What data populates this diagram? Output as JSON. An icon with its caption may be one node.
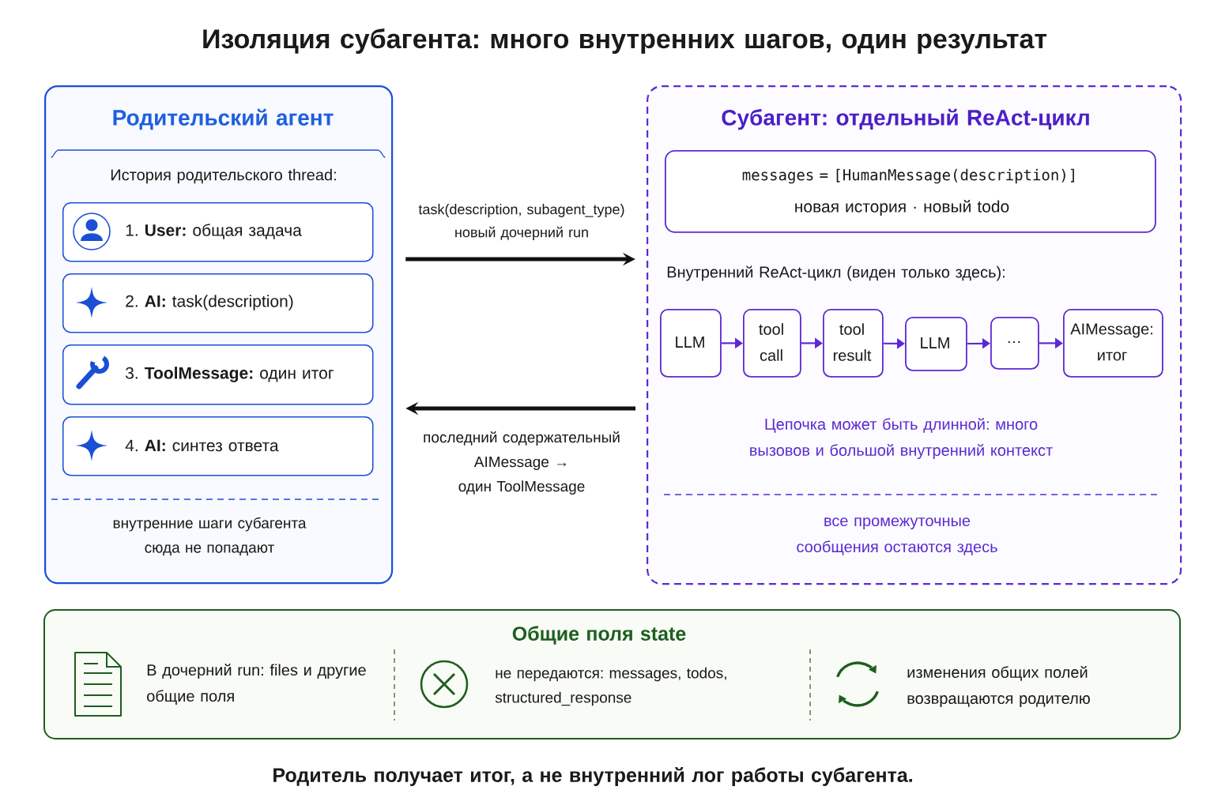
{
  "diagram": {
    "title": "Изоляция субагента: много внутренних шагов, один результат",
    "caption": "Родитель получает итог, а не внутренний лог работы субагента.",
    "nodes": [
      {
        "text": [
          "Родительский агент",
          "История родительского thread:",
          "внутренние шаги субагента сюда не попадают"
        ]
      },
      {
        "text": [
          "1. **User:** общая задача"
        ],
        "in": 0
      },
      {
        "text": [
          "2. **AI:** task(description)"
        ],
        "in": 0
      },
      {
        "text": [
          "3. **ToolMessage:** один итог"
        ],
        "in": 0
      },
      {
        "text": [
          "4. **AI:** синтез ответа"
        ],
        "in": 0
      },
      {
        "text": [
          "Субагент: отдельный ReAct-цикл",
          "Внутренний ReAct-цикл (виден только здесь):",
          "Цепочка может быть длинной: много вызовов и большой внутренний контекст",
          "все промежуточные сообщения остаются здесь"
        ]
      },
      {
        "text": [
          "messages = [HumanMessage(description)]",
          "новая история · новый todo"
        ],
        "in": 5
      },
      {
        "text": [
          "LLM"
        ],
        "in": 5
      },
      {
        "text": [
          "tool call"
        ],
        "in": 5
      },
      {
        "text": [
          "tool result"
        ],
        "in": 5
      },
      {
        "text": [
          "LLM"
        ],
        "in": 5
      },
      {
        "text": [
          "…"
        ],
        "in": 5
      },
      {
        "text": [
          "AIMessage: итог"
        ],
        "in": 5
      },
      {
        "text": [
          "Общие поля state",
          "В дочерний run: files и другие общие поля",
          "не передаются: messages, todos, structured_response",
          "изменения общих полей возвращаются родителю"
        ]
      }
    ],
    "edges": [
      {
        "from": 0,
        "to": 5,
        "arrow": "to",
        "label": "task(description, subagent_type) новый дочерний run",
        "style": "thick",
        "color": "#111111"
      },
      {
        "from": 5,
        "to": 0,
        "arrow": "to",
        "label": "последний содержательный AIMessage → один ToolMessage",
        "style": "thick",
        "color": "#111111"
      },
      {
        "from": 7,
        "to": 8,
        "arrow": "to",
        "color": "#5b2bd1"
      },
      {
        "from": 8,
        "to": 9,
        "arrow": "to",
        "color": "#5b2bd1"
      },
      {
        "from": 9,
        "to": 10,
        "arrow": "to",
        "color": "#5b2bd1"
      },
      {
        "from": 10,
        "to": 11,
        "arrow": "to",
        "color": "#5b2bd1"
      },
      {
        "from": 11,
        "to": 12,
        "arrow": "to",
        "color": "#5b2bd1"
      }
    ]
  }
}
